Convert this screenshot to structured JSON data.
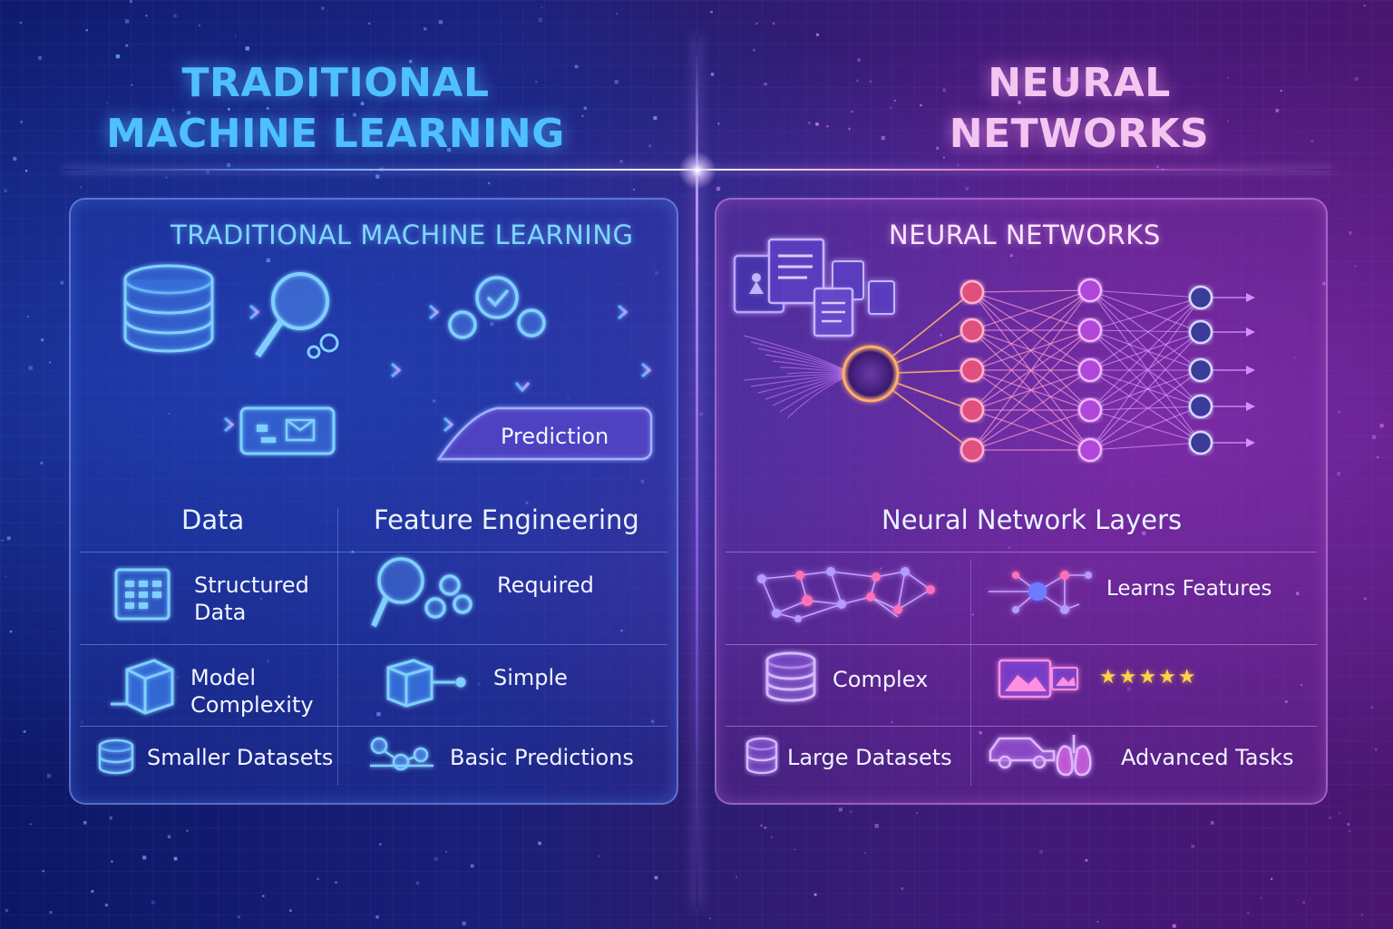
{
  "titles": {
    "left": [
      "TRADITIONAL",
      "MACHINE LEARNING"
    ],
    "right": [
      "NEURAL",
      "NETWORKS"
    ]
  },
  "left_panel": {
    "title": "TRADITIONAL MACHINE LEARNING",
    "prediction_label": "Prediction",
    "col_headers": [
      "Data",
      "Feature Engineering"
    ],
    "rows": [
      {
        "left": "Structured\nData",
        "left_icon": "table-icon",
        "right": "Required",
        "right_icon": "search-gears-icon"
      },
      {
        "left": "Model\nComplexity",
        "left_icon": "cube-icon",
        "right": "Simple",
        "right_icon": "cube-node-icon"
      },
      {
        "left": "Smaller Datasets",
        "left_icon": "database-icon",
        "right": "Basic Predictions",
        "right_icon": "nodes-icon"
      }
    ]
  },
  "right_panel": {
    "title": "NEURAL NETWORKS",
    "col_header": "Neural Network Layers",
    "rows": [
      {
        "left": "",
        "left_icon": "network-graph-icon",
        "right": "Learns Features",
        "right_icon": "feature-node-icon"
      },
      {
        "left": "Complex",
        "left_icon": "database-icon",
        "right": "★★★★★",
        "right_icon": "image-icon"
      },
      {
        "left": "Large Datasets",
        "left_icon": "database-icon",
        "right": "Advanced Tasks",
        "right_icon": "car-lungs-icon"
      }
    ]
  },
  "colors": {
    "accent_blue": "#4fc0ff",
    "accent_pink": "#f3c6f2",
    "node_pink": "#ff6fa8",
    "node_violet": "#c46cff",
    "star": "#ffd24a"
  }
}
